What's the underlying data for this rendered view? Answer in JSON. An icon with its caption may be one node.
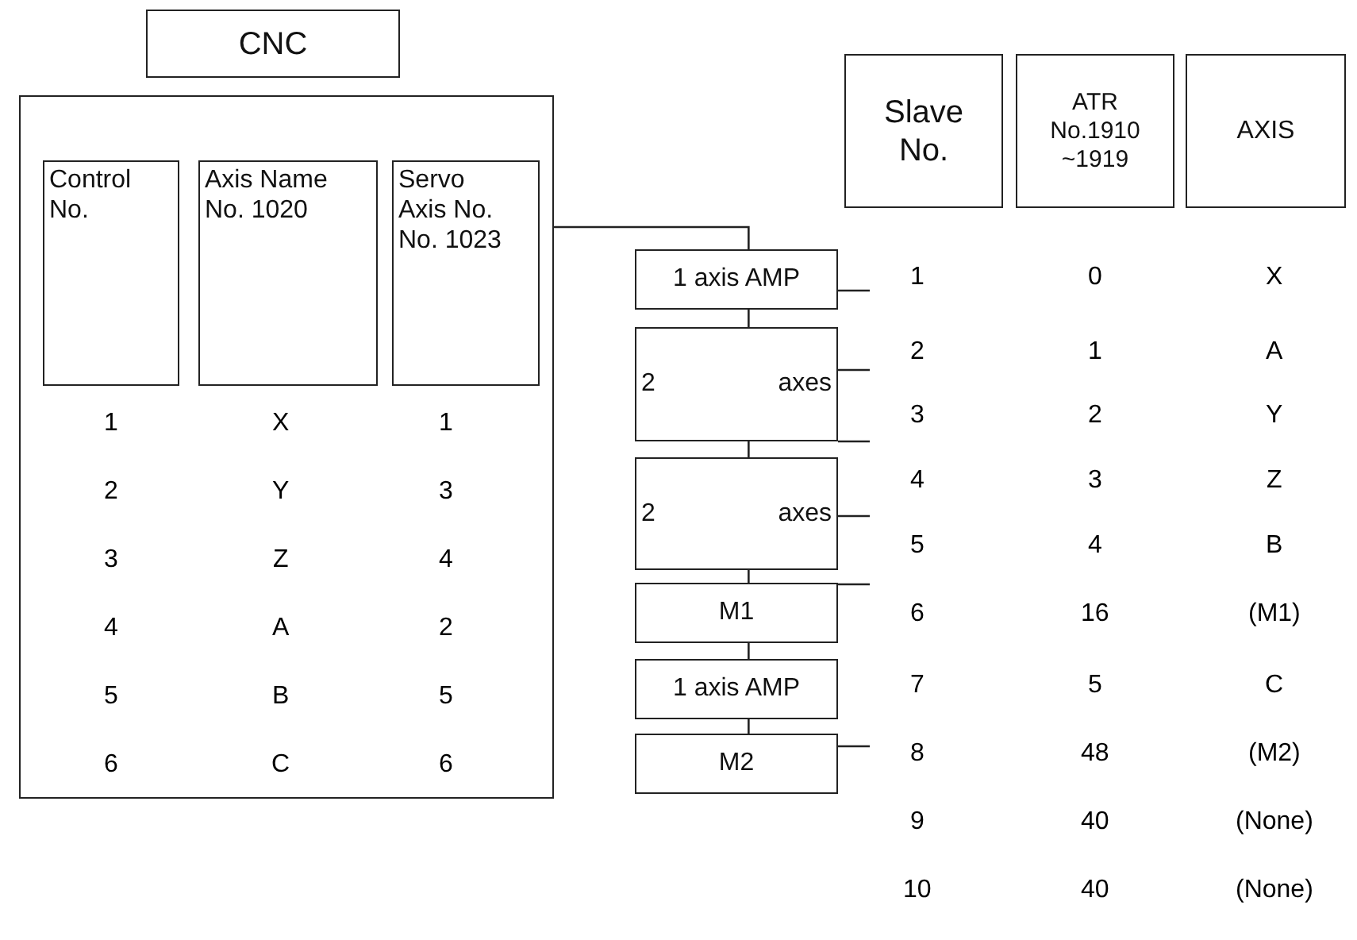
{
  "diagram": {
    "nodes": [
      {
        "text": [
          "CNC"
        ]
      },
      {
        "text": [],
        "shape": "box"
      },
      {
        "text": [
          "Control No."
        ],
        "in": 1
      },
      {
        "text": [
          "Axis Name No. 1020"
        ],
        "in": 1
      },
      {
        "text": [
          "Servo Axis No. No. 1023"
        ],
        "in": 1
      },
      {
        "text": [
          "1 axis AMP"
        ]
      },
      {
        "text": [
          "2 axes"
        ]
      },
      {
        "text": [
          "2 axes"
        ]
      },
      {
        "text": [
          "M1"
        ]
      },
      {
        "text": [
          "1 axis AMP"
        ]
      },
      {
        "text": [
          "M2"
        ]
      },
      {
        "text": [
          "Slave No."
        ]
      },
      {
        "text": [
          "ATR No.1910 ~1919"
        ]
      },
      {
        "text": [
          "AXIS"
        ]
      }
    ],
    "edges": [
      {
        "from": 1,
        "to": 5,
        "arrow": "none"
      },
      {
        "from": 5,
        "to": 6,
        "arrow": "none"
      },
      {
        "from": 6,
        "to": 7,
        "arrow": "none"
      },
      {
        "from": 7,
        "to": 8,
        "arrow": "none"
      },
      {
        "from": 8,
        "to": 9,
        "arrow": "none"
      },
      {
        "from": 9,
        "to": 10,
        "arrow": "none"
      },
      {
        "from": 5,
        "to": null,
        "arrow": "none"
      },
      {
        "from": 6,
        "to": null,
        "arrow": "none"
      },
      {
        "from": 6,
        "to": null,
        "arrow": "none"
      },
      {
        "from": 7,
        "to": null,
        "arrow": "none"
      },
      {
        "from": 8,
        "to": null,
        "arrow": "none"
      },
      {
        "from": 10,
        "to": null,
        "arrow": "none"
      }
    ],
    "labels": [
      "1",
      "X",
      "1",
      "2",
      "Y",
      "3",
      "3",
      "Z",
      "4",
      "4",
      "A",
      "2",
      "5",
      "B",
      "5",
      "6",
      "C",
      "6",
      "1",
      "0",
      "X",
      "2",
      "1",
      "A",
      "3",
      "2",
      "Y",
      "4",
      "3",
      "Z",
      "5",
      "4",
      "B",
      "6",
      "16",
      "(M1)",
      "7",
      "5",
      "C",
      "8",
      "48",
      "(M2)",
      "9",
      "40",
      "(None)",
      "10",
      "40",
      "(None)"
    ]
  }
}
